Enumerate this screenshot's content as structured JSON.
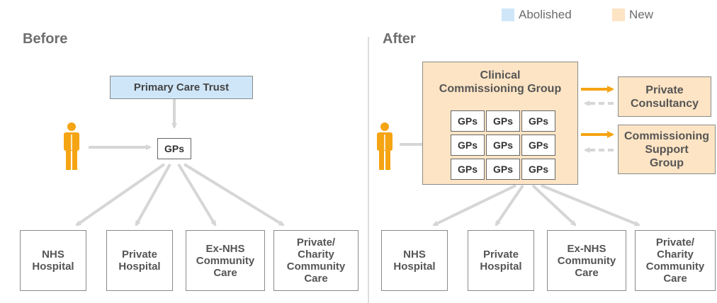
{
  "legend": {
    "abolished": {
      "label": "Abolished",
      "color": "#cfe6f8"
    },
    "new": {
      "label": "New",
      "color": "#fde4c4"
    }
  },
  "before": {
    "title": "Before",
    "pct": "Primary Care Trust",
    "gps": "GPs",
    "patient_icon": "person-icon",
    "destinations": [
      "NHS\nHospital",
      "Private\nHospital",
      "Ex-NHS\nCommunity\nCare",
      "Private/\nCharity\nCommunity\nCare"
    ]
  },
  "after": {
    "title": "After",
    "ccg": "Clinical\nCommissioning Group",
    "gp_grid": [
      "GPs",
      "GPs",
      "GPs",
      "GPs",
      "GPs",
      "GPs",
      "GPs",
      "GPs",
      "GPs"
    ],
    "private_consultancy": "Private\nConsultancy",
    "csg": "Commissioning\nSupport\nGroup",
    "patient_icon": "person-icon",
    "destinations": [
      "NHS\nHospital",
      "Private\nHospital",
      "Ex-NHS\nCommunity\nCare",
      "Private/\nCharity\nCommunity\nCare"
    ]
  },
  "colors": {
    "arrow_grey": "#d6d6d6",
    "arrow_orange": "#f5a413",
    "person": "#f5a413"
  }
}
